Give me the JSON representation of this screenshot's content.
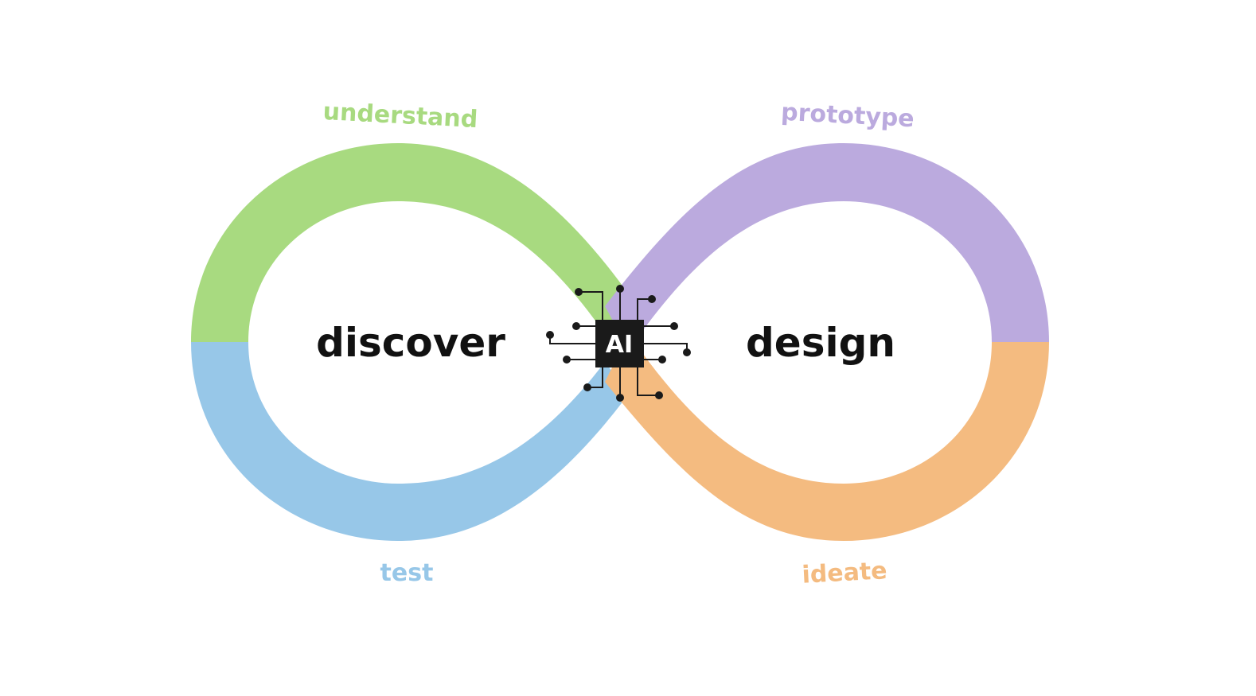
{
  "diagram": {
    "labels": {
      "understand": "understand",
      "prototype": "prototype",
      "test": "test",
      "ideate": "ideate",
      "left_center": "discover",
      "right_center": "design",
      "chip": "AI"
    },
    "colors": {
      "understand": "#a8da80",
      "prototype": "#bbaade",
      "test": "#97c7e8",
      "ideate": "#f4bb80",
      "text": "#111111",
      "chip": "#1a1a1a",
      "circuit": "#1a1a1a"
    }
  }
}
